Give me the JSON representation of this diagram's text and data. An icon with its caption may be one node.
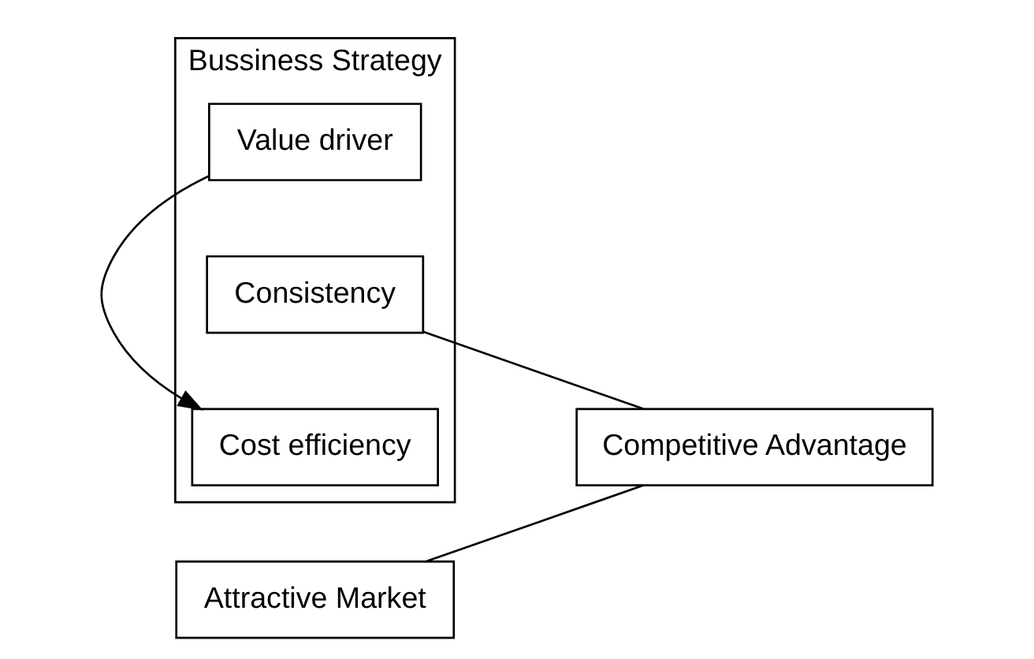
{
  "diagram": {
    "nodes": [
      {
        "text": [
          "Bussiness Strategy"
        ]
      },
      {
        "text": [
          "Value driver"
        ],
        "in": 0
      },
      {
        "text": [
          "Consistency"
        ],
        "in": 0
      },
      {
        "text": [
          "Cost efficiency"
        ],
        "in": 0
      },
      {
        "text": [
          "Competitive Advantage"
        ]
      },
      {
        "text": [
          "Attractive Market"
        ]
      }
    ],
    "edges": [
      {
        "from": 1,
        "to": 3,
        "arrow": "to"
      },
      {
        "from": 2,
        "to": 4,
        "arrow": "none"
      },
      {
        "from": 5,
        "to": 4,
        "arrow": "none"
      }
    ]
  }
}
